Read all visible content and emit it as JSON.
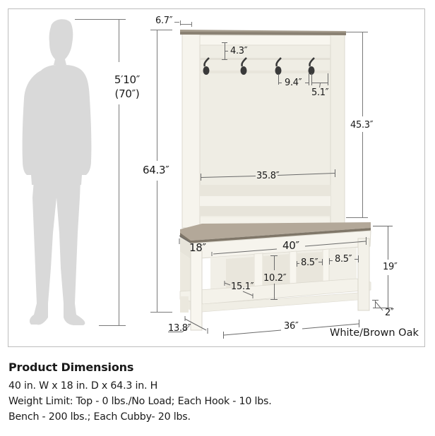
{
  "colors": {
    "frame_border": "#bdbdbd",
    "silhouette": "#d9d9d9",
    "dimension_line": "#7a7a7a",
    "furniture_white": "#f4f2ea",
    "furniture_shadow": "#e2dfd4",
    "wood_top": "#b3a899",
    "wood_edge": "#7f7668",
    "hook": "#3a3a3a"
  },
  "person": {
    "height_label": "5′10″",
    "height_inches_label": "(70″)"
  },
  "furniture": {
    "finish_label": "White/Brown Oak",
    "dimensions": {
      "top_depth": "6.7″",
      "overall_height": "64.3″",
      "hook_to_top": "4.3″",
      "hook_spacing": "9.4″",
      "hook_edge_offset": "5.1″",
      "hutch_height": "45.3″",
      "inner_width": "35.8″",
      "bench_width": "40″",
      "bench_depth": "18″",
      "bench_height": "19″",
      "cubby_depth": "15.1″",
      "cubby_height": "10.2″",
      "cubby_width_a": "8.5″",
      "cubby_width_b": "8.5″",
      "leg_height": "2″",
      "base_width": "36″",
      "base_depth": "13.8″"
    }
  },
  "product_info": {
    "title": "Product Dimensions",
    "lines": [
      "40 in. W x 18 in. D x 64.3 in. H",
      "Weight Limit: Top - 0 lbs./No Load; Each Hook - 10 lbs.",
      "Bench - 200 lbs.; Each Cubby- 20 lbs."
    ]
  }
}
